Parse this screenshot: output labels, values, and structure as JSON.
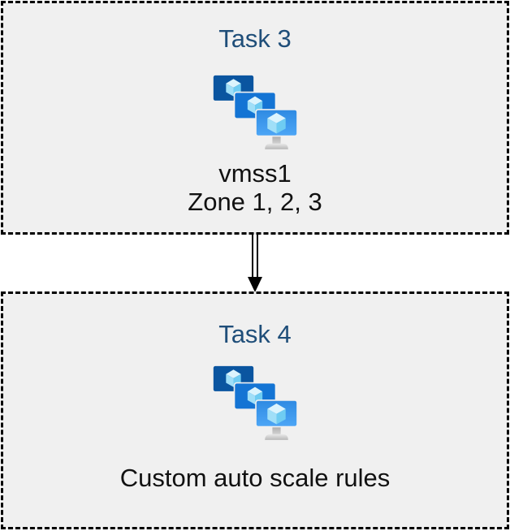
{
  "page": {
    "background": "#ffffff"
  },
  "diagram": {
    "box_fill": "#f0f0f0",
    "box_border_color": "#000000",
    "box_border_style": "dashed",
    "title_color": "#1f4e79",
    "text_color": "#111111",
    "connector": {
      "type": "double-line-arrow",
      "direction": "down",
      "color": "#000000"
    }
  },
  "tasks": [
    {
      "title": "Task 3",
      "icon": "azure-vm-scale-sets",
      "lines": [
        "vmss1",
        "Zone 1, 2, 3"
      ]
    },
    {
      "title": "Task 4",
      "icon": "azure-vm-scale-sets",
      "lines": [
        "Custom auto scale rules"
      ]
    }
  ],
  "icon": {
    "name": "azure-vm-scale-sets",
    "monitor_back_color": "#0a55a0",
    "monitor_middle_color": "#1474d4",
    "monitor_front_gradient_top": "#2e8ae2",
    "monitor_front_gradient_bottom": "#4da6f6",
    "cube_top_color": "#dcf4fd",
    "cube_left_color": "#a0dff8",
    "cube_right_color": "#6fccf2",
    "stand_neck_color": "#b5b5b5",
    "stand_base_color": "#c9c9c9"
  }
}
